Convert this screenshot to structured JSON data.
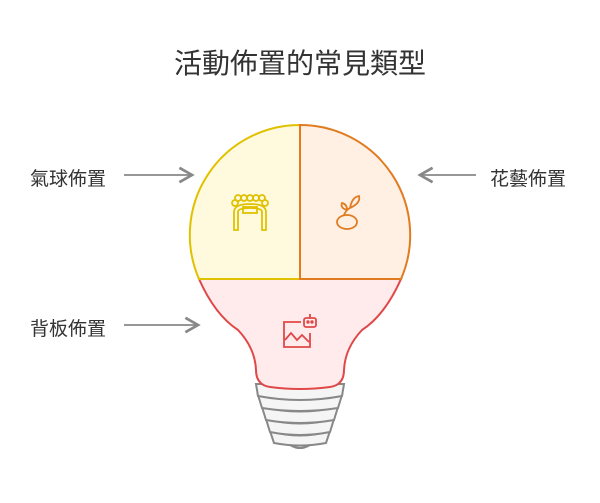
{
  "title": "活動佈置的常見類型",
  "sections": [
    {
      "label": "氣球佈置",
      "icon": "balloon-arch-icon",
      "fill": "#fffadd",
      "stroke": "#e0c100"
    },
    {
      "label": "花藝佈置",
      "icon": "flower-vase-icon",
      "fill": "#fff0e3",
      "stroke": "#e07b20"
    },
    {
      "label": "背板佈置",
      "icon": "ai-image-icon",
      "fill": "#ffebeb",
      "stroke": "#e04848"
    }
  ],
  "base_color": "#888888"
}
